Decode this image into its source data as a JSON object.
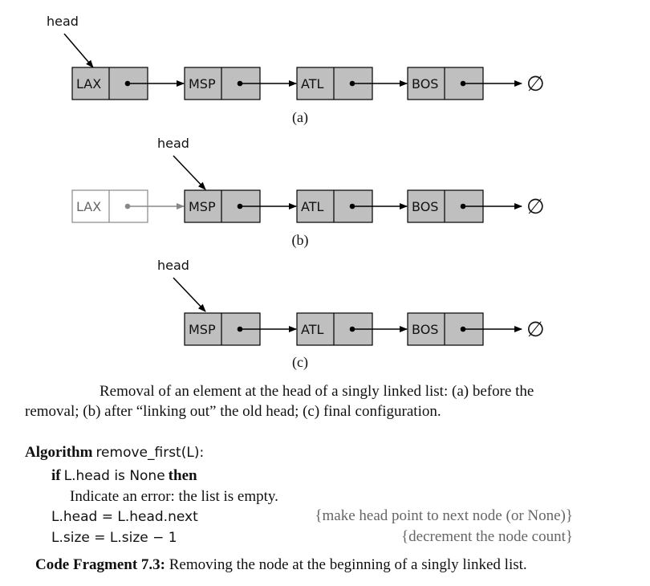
{
  "diagram": {
    "head_label": "head",
    "null_symbol": "∅",
    "rows": [
      {
        "id": "a",
        "label": "(a)",
        "nodes": [
          "LAX",
          "MSP",
          "ATL",
          "BOS"
        ],
        "faded_first": false
      },
      {
        "id": "b",
        "label": "(b)",
        "nodes": [
          "LAX",
          "MSP",
          "ATL",
          "BOS"
        ],
        "faded_first": true
      },
      {
        "id": "c",
        "label": "(c)",
        "nodes": [
          "MSP",
          "ATL",
          "BOS"
        ],
        "faded_first": false
      }
    ]
  },
  "caption": {
    "text1": "Removal of an element at the head of a singly linked list: (a) before the",
    "text2": "removal; (b) after “linking out” the old head; (c) final configuration."
  },
  "algorithm": {
    "keyword": "Algorithm",
    "name": "remove_first(L):",
    "if_kw": "if",
    "if_cond": "L.head is None",
    "then_kw": "then",
    "error_line": "Indicate an error: the list is empty.",
    "line1": "L.head = L.head.next",
    "comment1": "{make head point to next node (or None)}",
    "line2": "L.size = L.size − 1",
    "comment2": "{decrement the node count}"
  },
  "fragment": {
    "label": "Code Fragment 7.3:",
    "text": "Removing the node at the beginning of a singly linked list."
  },
  "colors": {
    "node_fill": "#bfbfbf",
    "node_stroke": "#000000",
    "faded": "#888888"
  }
}
